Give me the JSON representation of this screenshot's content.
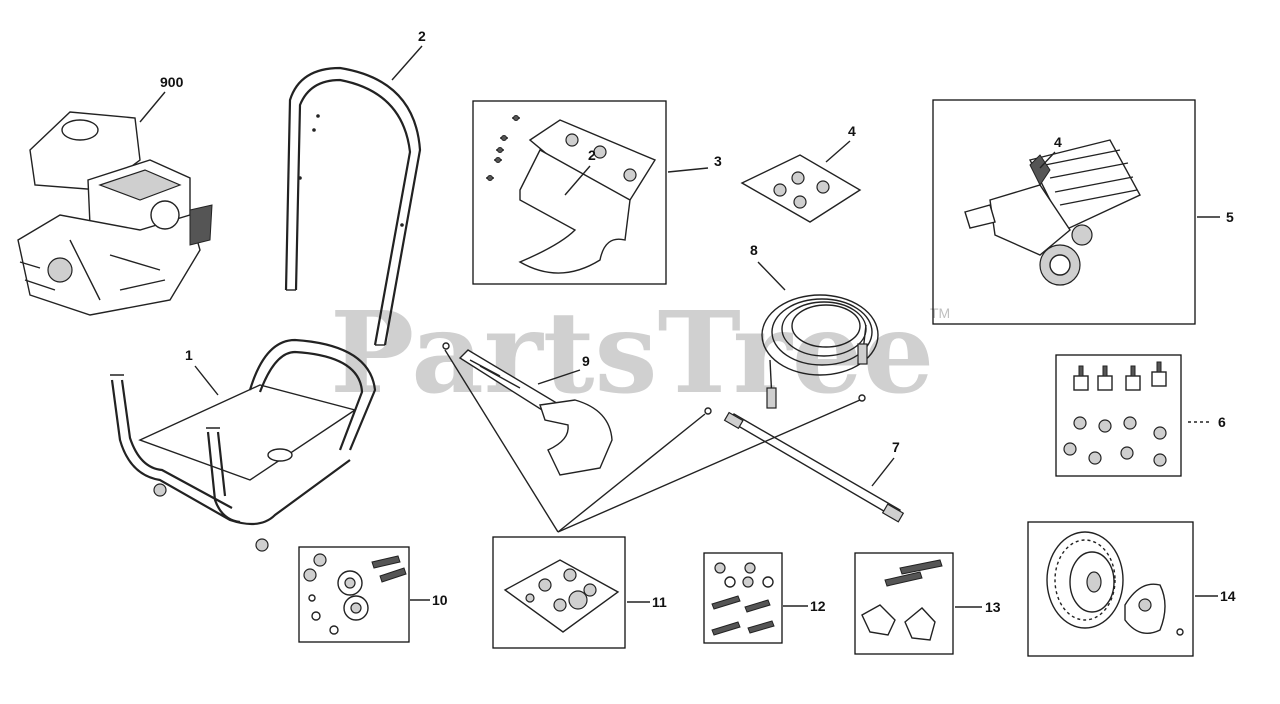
{
  "watermark": {
    "brand": "PartsTree",
    "tm": "TM"
  },
  "callouts": {
    "engine": "900",
    "frame": "1",
    "handle": "2",
    "handle_kit_inner": "2",
    "handle_kit": "3",
    "pump_hardware": "4",
    "pump_inner": "4",
    "pump": "5",
    "vibration_kit": "6",
    "spray_wand": "7",
    "hose": "8",
    "spray_gun": "9",
    "axle_kit": "10",
    "oring_kit": "11",
    "frame_hardware": "12",
    "foot_kit": "13",
    "wheel_kit": "14"
  }
}
